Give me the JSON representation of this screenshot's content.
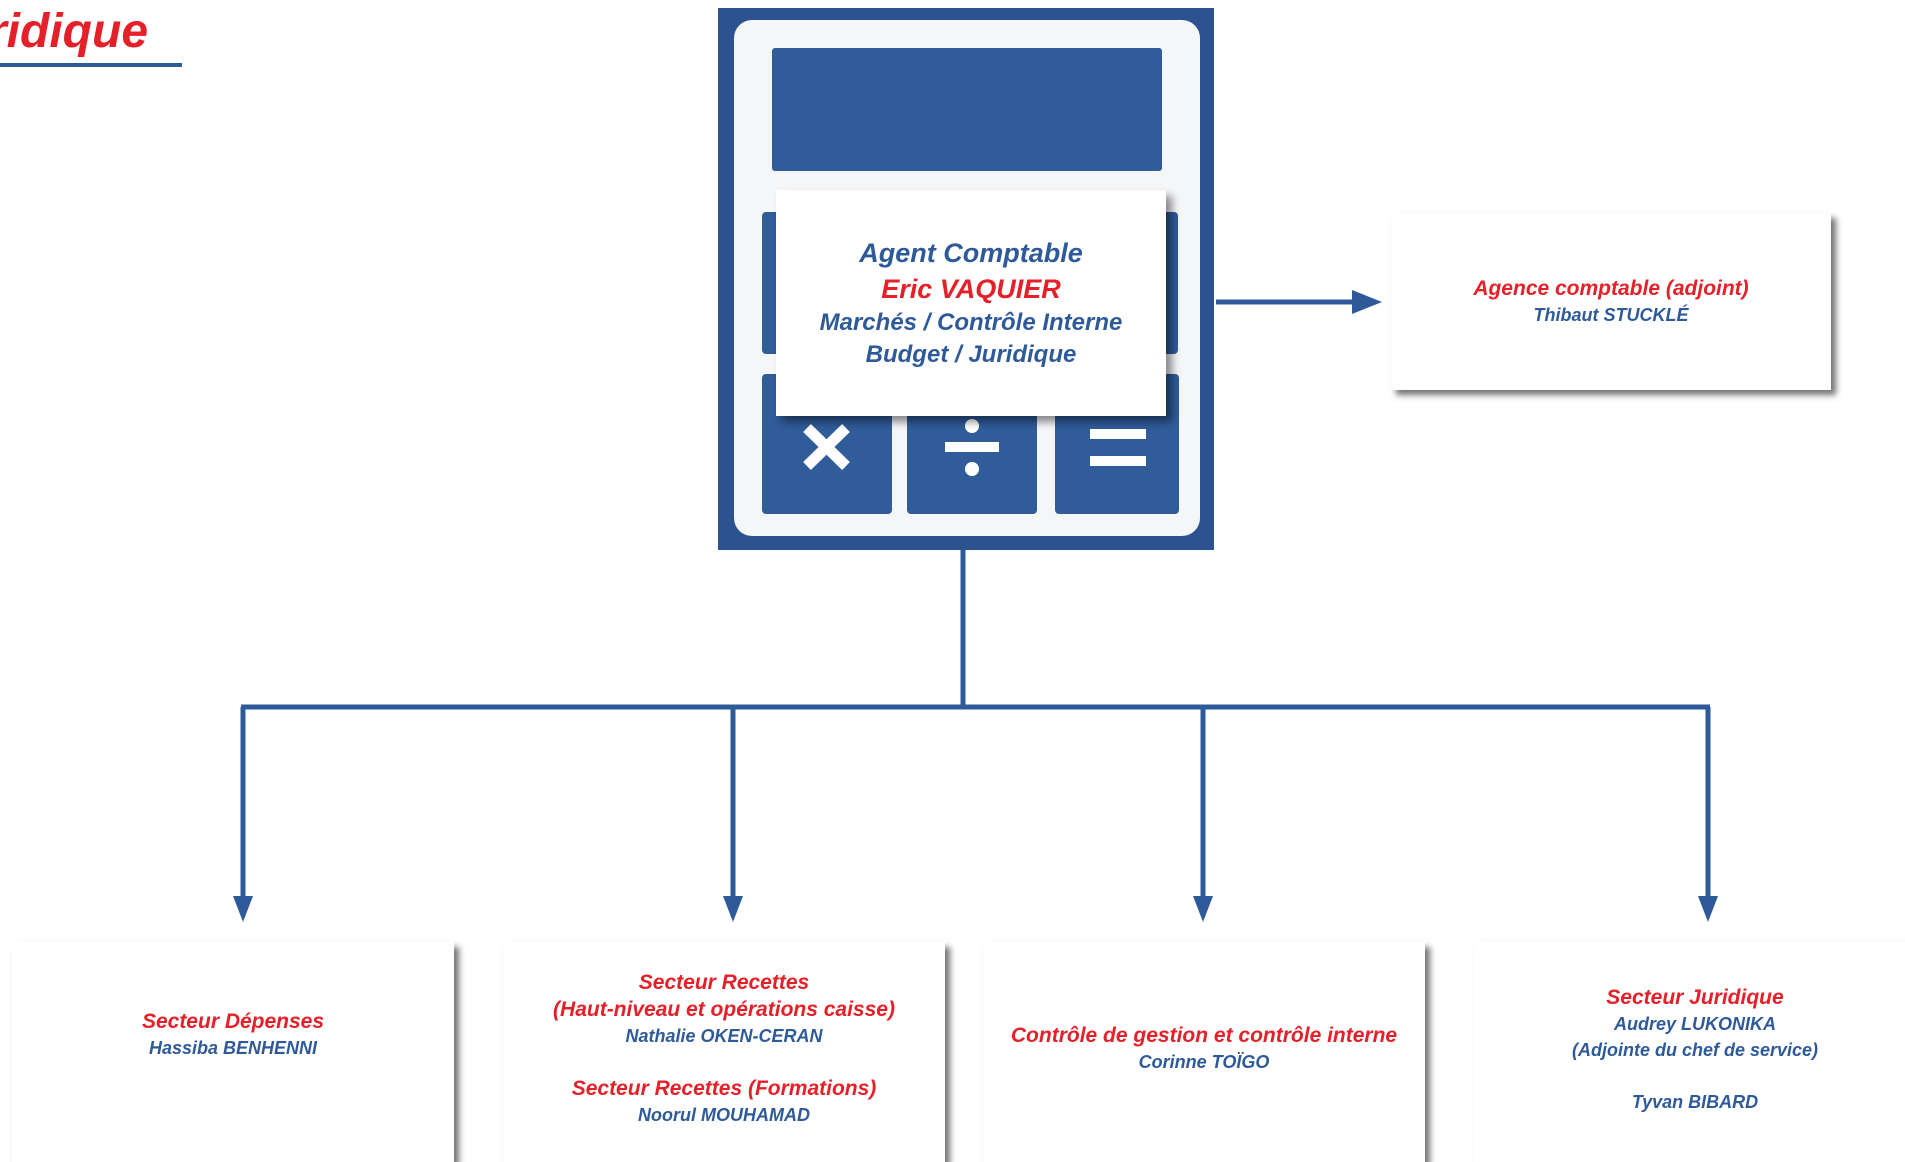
{
  "header": {
    "title": "ridique"
  },
  "calculator": {
    "keys": [
      {
        "symbol": "multiply-icon"
      },
      {
        "symbol": "divide-icon"
      },
      {
        "symbol": "equals-icon"
      }
    ]
  },
  "head_box": {
    "title": "Agent Comptable",
    "name": "Eric VAQUIER",
    "line3": "Marchés / Contrôle Interne",
    "line4": "Budget / Juridique"
  },
  "adjoint_box": {
    "title": "Agence comptable (adjoint)",
    "name": "Thibaut STUCKLÉ"
  },
  "sectors": [
    {
      "title": "Secteur Dépenses",
      "name": "Hassiba BENHENNI"
    },
    {
      "title": "Secteur Recettes",
      "subtitle": "(Haut-niveau et opérations caisse)",
      "name": "Nathalie OKEN-CERAN",
      "title2": "Secteur Recettes (Formations)",
      "name2": "Noorul MOUHAMAD"
    },
    {
      "title": "Contrôle de gestion et contrôle interne",
      "name": "Corinne TOÏGO"
    },
    {
      "title": "Secteur Juridique",
      "name": "Audrey LUKONIKA",
      "role": "(Adjointe du chef de service)",
      "name2": "Tyvan BIBARD"
    }
  ],
  "colors": {
    "blue": "#2f5a9a",
    "red": "#e62029",
    "calculator": "#2c5390"
  }
}
